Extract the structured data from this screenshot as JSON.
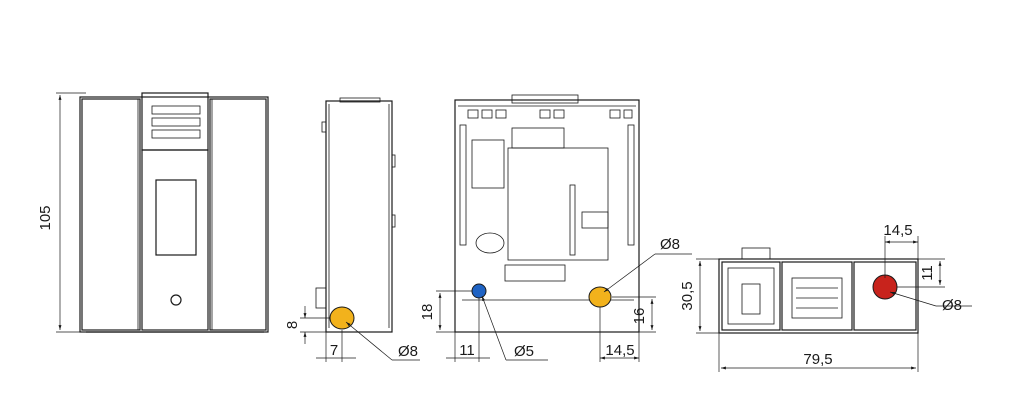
{
  "drawing": {
    "labels": {
      "height_105": "105",
      "dim_8": "8",
      "dim_7": "7",
      "dia_8_side": "Ø8",
      "dim_18": "18",
      "dim_11_back": "11",
      "dia_5": "Ø5",
      "dia_8_back": "Ø8",
      "dim_16": "16",
      "dim_14_5_back": "14,5",
      "dim_30_5": "30,5",
      "dim_14_5_top": "14,5",
      "dim_11_top": "11",
      "dia_8_top": "Ø8",
      "width_79_5": "79,5"
    },
    "colors": {
      "line": "#1a1a1a",
      "yellow_port": "#f2b21c",
      "blue_port": "#1f63c4",
      "red_port": "#c8231c"
    },
    "icons": {
      "front_knob": "circle-knob-icon"
    }
  }
}
